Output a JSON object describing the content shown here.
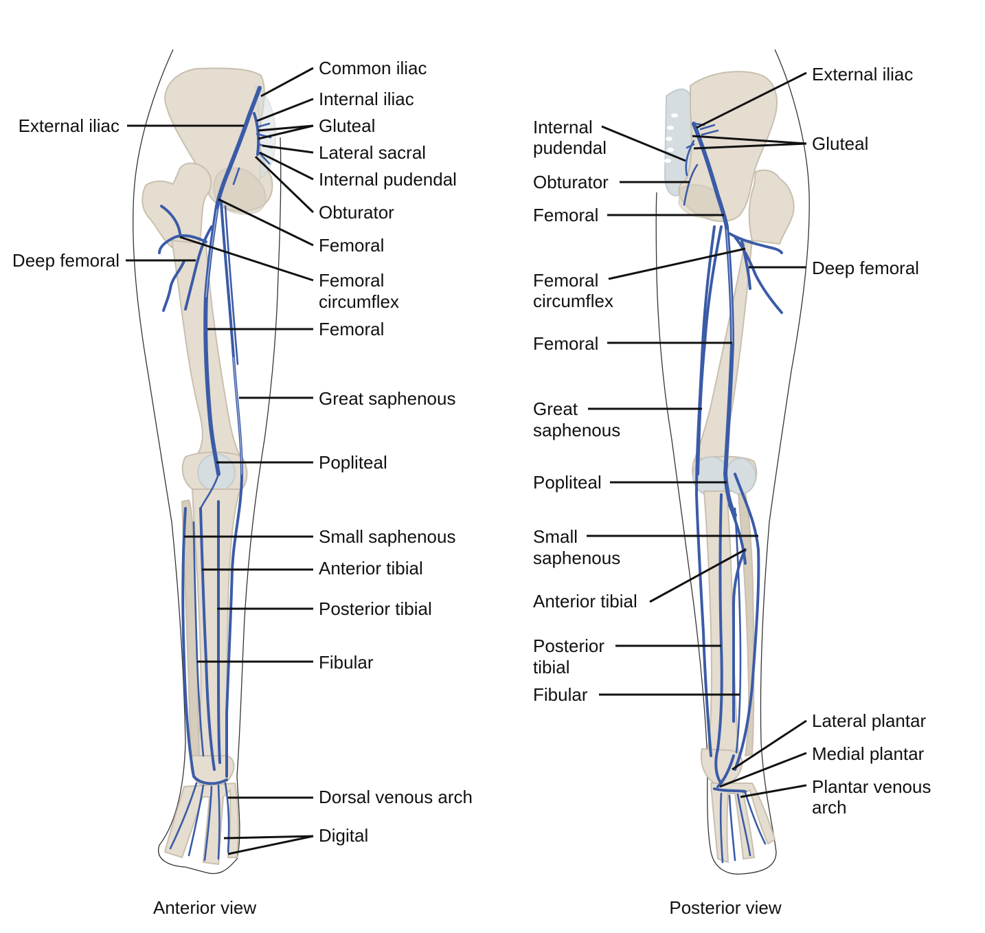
{
  "anterior": {
    "caption": "Anterior view",
    "labels": {
      "common_iliac": "Common iliac",
      "internal_iliac": "Internal iliac",
      "external_iliac": "External iliac",
      "gluteal": "Gluteal",
      "lateral_sacral": "Lateral sacral",
      "internal_pudendal": "Internal pudendal",
      "obturator": "Obturator",
      "femoral_upper": "Femoral",
      "deep_femoral": "Deep femoral",
      "femoral_circumflex_1": "Femoral",
      "femoral_circumflex_2": "circumflex",
      "femoral_lower": "Femoral",
      "great_saphenous": "Great saphenous",
      "popliteal": "Popliteal",
      "small_saphenous": "Small saphenous",
      "anterior_tibial": "Anterior tibial",
      "posterior_tibial": "Posterior tibial",
      "fibular": "Fibular",
      "dorsal_venous_arch": "Dorsal venous arch",
      "digital": "Digital"
    }
  },
  "posterior": {
    "caption": "Posterior view",
    "labels": {
      "external_iliac": "External iliac",
      "internal_pudendal_1": "Internal",
      "internal_pudendal_2": "pudendal",
      "gluteal": "Gluteal",
      "obturator": "Obturator",
      "femoral_upper": "Femoral",
      "deep_femoral": "Deep femoral",
      "femoral_circumflex_1": "Femoral",
      "femoral_circumflex_2": "circumflex",
      "femoral_lower": "Femoral",
      "great_saphenous_1": "Great",
      "great_saphenous_2": "saphenous",
      "popliteal": "Popliteal",
      "small_saphenous_1": "Small",
      "small_saphenous_2": "saphenous",
      "anterior_tibial": "Anterior tibial",
      "posterior_tibial_1": "Posterior",
      "posterior_tibial_2": "tibial",
      "fibular": "Fibular",
      "lateral_plantar": "Lateral plantar",
      "medial_plantar": "Medial plantar",
      "plantar_venous_arch_1": "Plantar venous",
      "plantar_venous_arch_2": "arch"
    }
  },
  "colors": {
    "vein": "#3b5ba7",
    "bone": "#e4ddd0",
    "cartilage": "#d5dde0",
    "leader_line": "#111111"
  }
}
